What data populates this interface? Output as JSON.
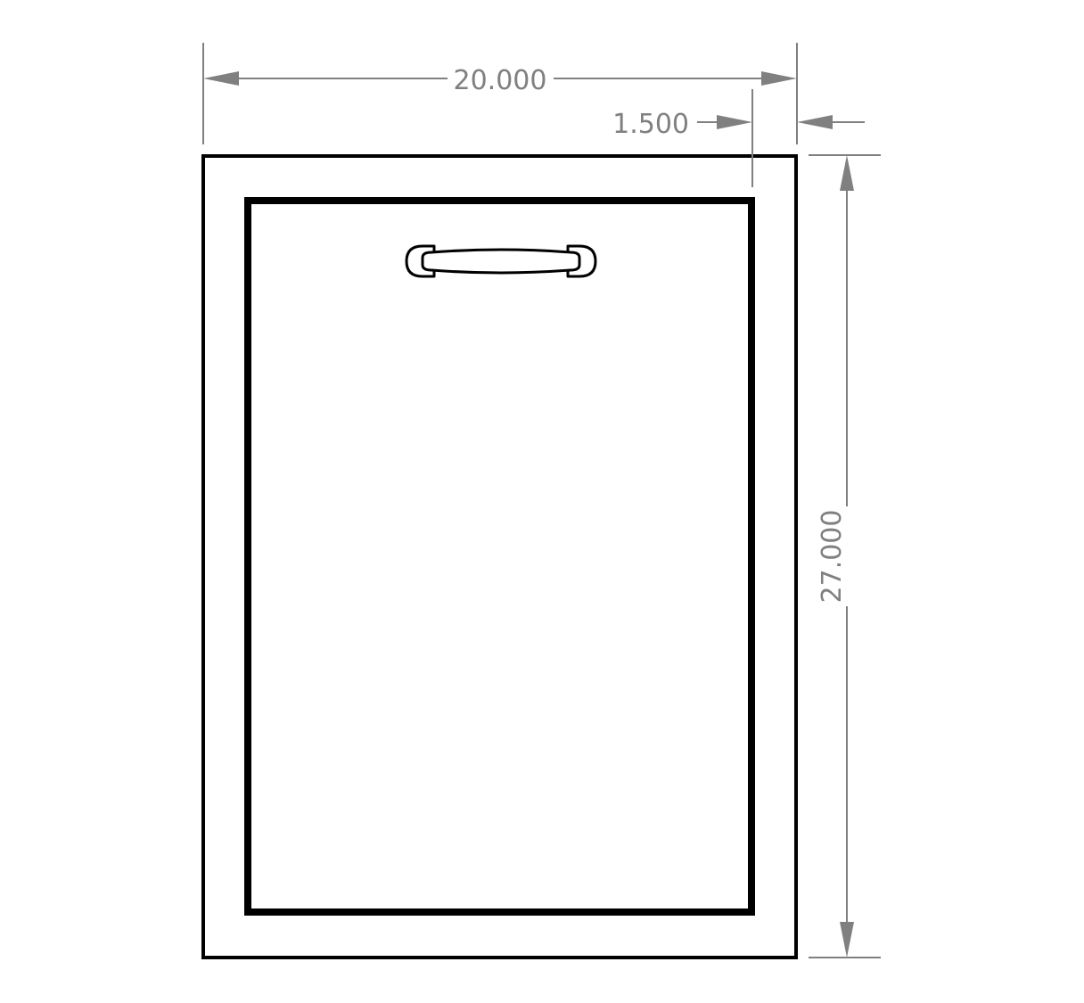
{
  "drawing": {
    "dimensions": {
      "overall_width": "20.000",
      "frame_width": "1.500",
      "overall_height": "27.000"
    },
    "colors": {
      "outline": "#000000",
      "dimension": "#808080",
      "background": "#ffffff"
    }
  }
}
